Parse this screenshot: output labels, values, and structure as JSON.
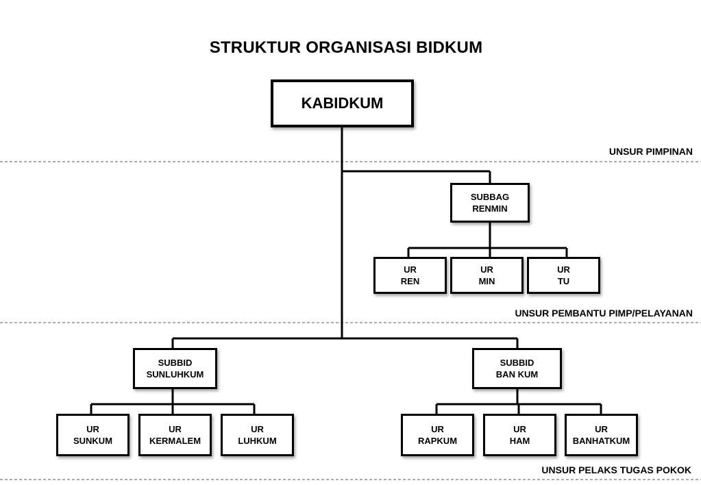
{
  "title": "STRUKTUR ORGANISASI BIDKUM",
  "head": {
    "label": "KABIDKUM"
  },
  "admin": {
    "line1": "SUBBAG",
    "line2": "RENMIN",
    "units": [
      {
        "line1": "UR",
        "line2": "REN"
      },
      {
        "line1": "UR",
        "line2": "MIN"
      },
      {
        "line1": "UR",
        "line2": "TU"
      }
    ]
  },
  "left_subbid": {
    "line1": "SUBBID",
    "line2": "SUNLUHKUM",
    "units": [
      {
        "line1": "UR",
        "line2": "SUNKUM"
      },
      {
        "line1": "UR",
        "line2": "KERMALEM"
      },
      {
        "line1": "UR",
        "line2": "LUHKUM"
      }
    ]
  },
  "right_subbid": {
    "line1": "SUBBID",
    "line2": "BAN KUM",
    "units": [
      {
        "line1": "UR",
        "line2": "RAPKUM"
      },
      {
        "line1": "UR",
        "line2": "HAM"
      },
      {
        "line1": "UR",
        "line2": "BANHATKUM"
      }
    ]
  },
  "zones": {
    "leadership": "UNSUR PIMPINAN",
    "support": "UNSUR PEMBANTU PIMP/PELAYANAN",
    "core": "UNSUR PELAKS TUGAS POKOK"
  }
}
